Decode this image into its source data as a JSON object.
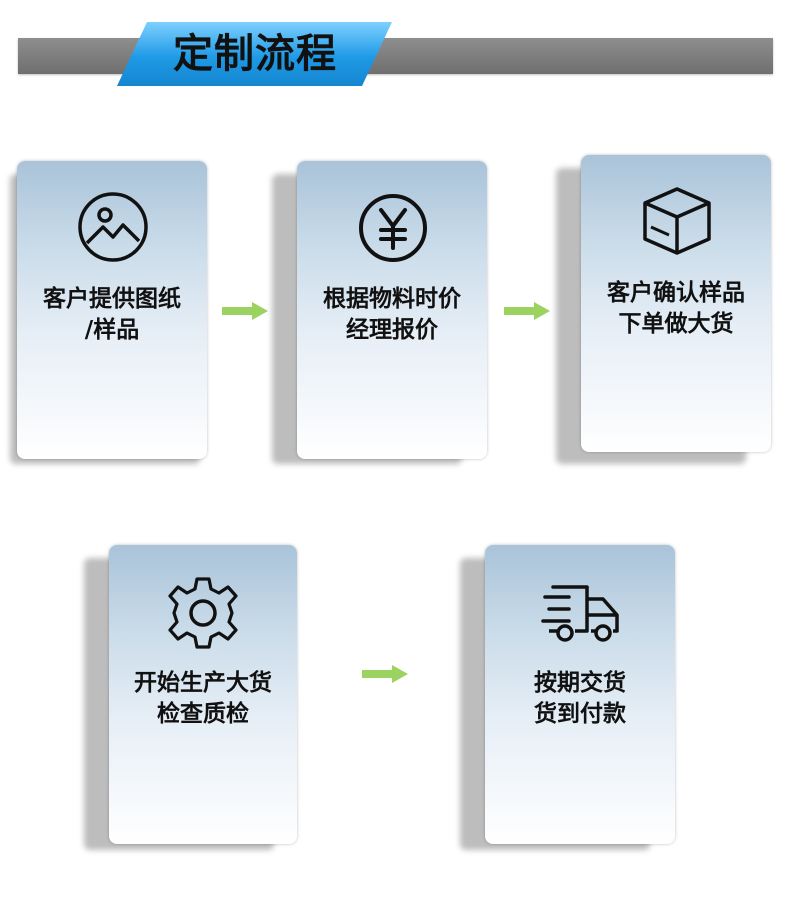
{
  "header": {
    "title": "定制流程"
  },
  "steps": [
    {
      "icon": "image-icon",
      "line1": "客户提供图纸",
      "line2": "/样品"
    },
    {
      "icon": "yen-icon",
      "line1": "根据物料时价",
      "line2": "经理报价"
    },
    {
      "icon": "box-icon",
      "line1": "客户确认样品",
      "line2": "下单做大货"
    },
    {
      "icon": "gear-icon",
      "line1": "开始生产大货",
      "line2": "检查质检"
    },
    {
      "icon": "truck-icon",
      "line1": "按期交货",
      "line2": "货到付款"
    }
  ],
  "colors": {
    "accent_blue": "#2a9de3",
    "header_gray": "#7c7c7c",
    "arrow_green": "#9bd260",
    "card_top": "#a9c3d9"
  }
}
